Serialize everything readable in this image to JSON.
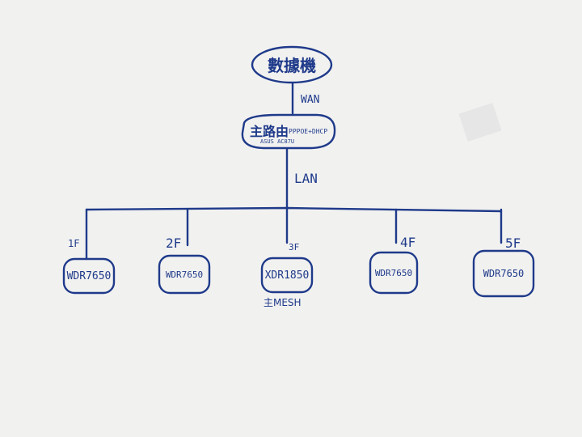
{
  "colors": {
    "ink": "#1f3a8a",
    "paper": "#f1f1f0",
    "sticky": "#e6e6e6"
  },
  "modem": {
    "label": "數據機"
  },
  "wan_link": {
    "label": "WAN"
  },
  "main_router": {
    "label": "主路由",
    "mode": "PPPOE+DHCP",
    "model": "ASUS AC87U"
  },
  "lan_link": {
    "label": "LAN"
  },
  "floors": [
    {
      "floor": "1F",
      "device": "WDR7650"
    },
    {
      "floor": "2F",
      "device": "WDR7650"
    },
    {
      "floor": "3F",
      "device": "XDR1850",
      "role": "主MESH"
    },
    {
      "floor": "4F",
      "device": "WDR7650"
    },
    {
      "floor": "5F",
      "device": "WDR7650"
    }
  ]
}
